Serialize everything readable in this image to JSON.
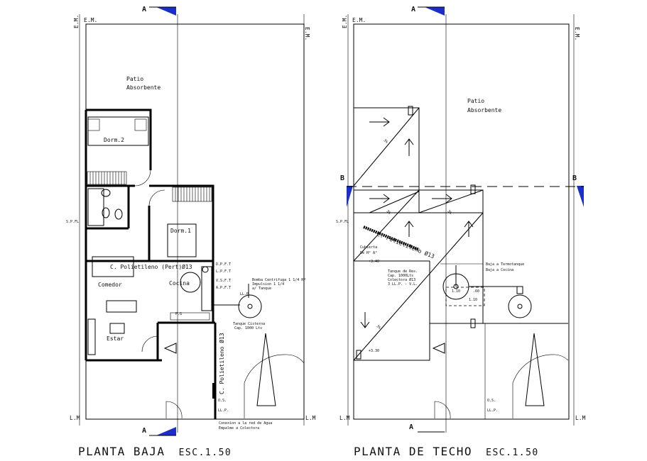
{
  "titles": {
    "left_main": "PLANTA BAJA",
    "left_scale": "ESC.1.50",
    "right_main": "PLANTA DE TECHO",
    "right_scale": "ESC.1.50"
  },
  "markers": {
    "section_a": "A",
    "section_b": "B",
    "em": "E.M.",
    "lm": "L.M"
  },
  "left_plan": {
    "patio": [
      "Patio",
      "Absorbente"
    ],
    "dorm2": "Dorm.2",
    "dorm1": "Dorm.1",
    "comedor": "Comedor",
    "cocina": "Cocina",
    "estar": "Estar",
    "polietileno_horiz": "C. Polietileno (Pert)Ø13",
    "polietileno_vert": "C. Polietileno Ø13",
    "sp_fl": "S.P.FL",
    "spfl_codes": [
      "D.P.F.T",
      "L.P.F.T",
      "V.S.F.T",
      "A.P.F.T"
    ],
    "llp": "LL.P.",
    "pf": "P.G",
    "bomba": [
      "Bomba Centrifuga 1 1/4 HP",
      "Impulsion 1 1/4",
      "a/ Tanque"
    ],
    "tanque": [
      "Tanque Cisterna",
      "Cap. 1000 Lts"
    ],
    "os": "O.S.",
    "llp_small": "LL.P.",
    "conexion": [
      "Conexion a la red de Agua",
      "Empalme a Colectora"
    ]
  },
  "right_plan": {
    "patio": [
      "Patio",
      "Absorbente"
    ],
    "cubierta": [
      "Cubierta",
      "De H° A°"
    ],
    "polietileno": "C. Polietileno Ø13",
    "spfl": "S.P.FL",
    "level_340": "+3.40",
    "level_330": "+3.30",
    "tanque": [
      "Tanque de Res.",
      "Cap. 1000Lts",
      "Colectora Ø13",
      "3 LL.P. - V.L."
    ],
    "dim_110": "1.10",
    "dim_60": ".60",
    "dim_110b": "1.10",
    "baja1": "Baja a Termotanque",
    "baja2": "Baja a Cocina",
    "slope": "3%",
    "os": "O.S.",
    "llp": "LL.P."
  }
}
